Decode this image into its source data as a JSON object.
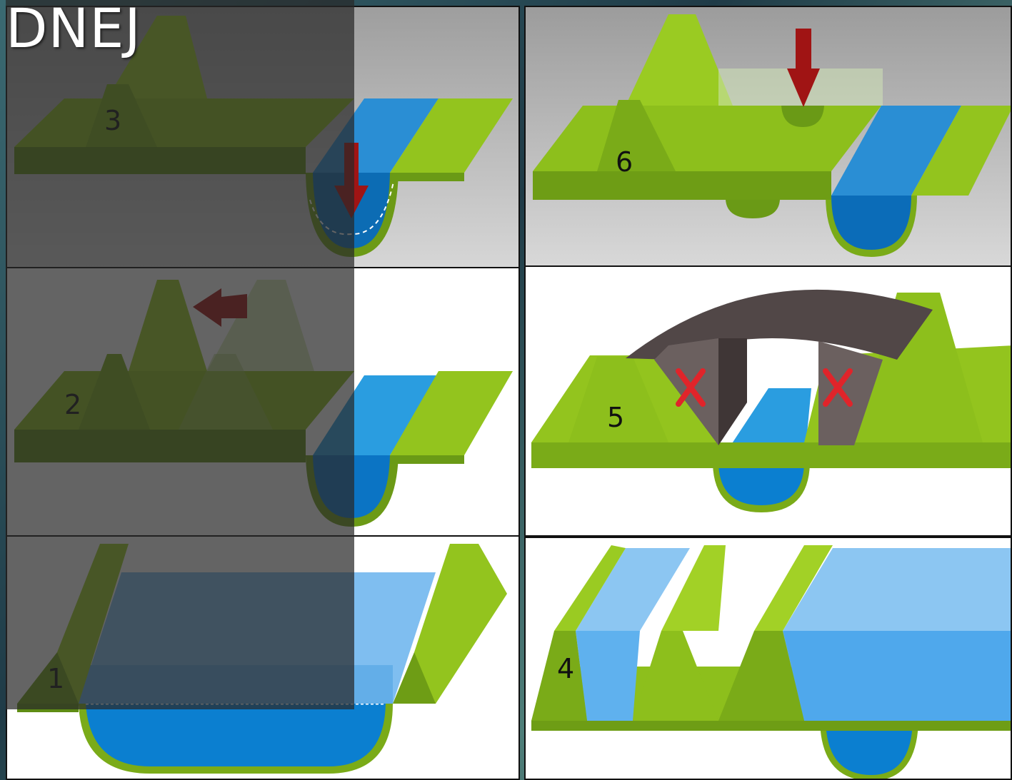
{
  "brand": {
    "text": "DNEJ"
  },
  "panels": {
    "step1": {
      "label": "1"
    },
    "step2": {
      "label": "2"
    },
    "step3": {
      "label": "3"
    },
    "step4": {
      "label": "4"
    },
    "step5": {
      "label": "5"
    },
    "step6": {
      "label": "6"
    }
  },
  "colors": {
    "grass": "#8fc21b",
    "grass_dark": "#5f8d12",
    "water": "#2a9de0",
    "water_light": "#7ebcec",
    "water_deep": "#0b74c4",
    "arrow": "#a01414",
    "cross": "#e0242a",
    "rock": "#514747",
    "overlay": "#282828"
  },
  "icons": [
    "down-arrow-icon",
    "left-arrow-icon",
    "cross-icon"
  ]
}
